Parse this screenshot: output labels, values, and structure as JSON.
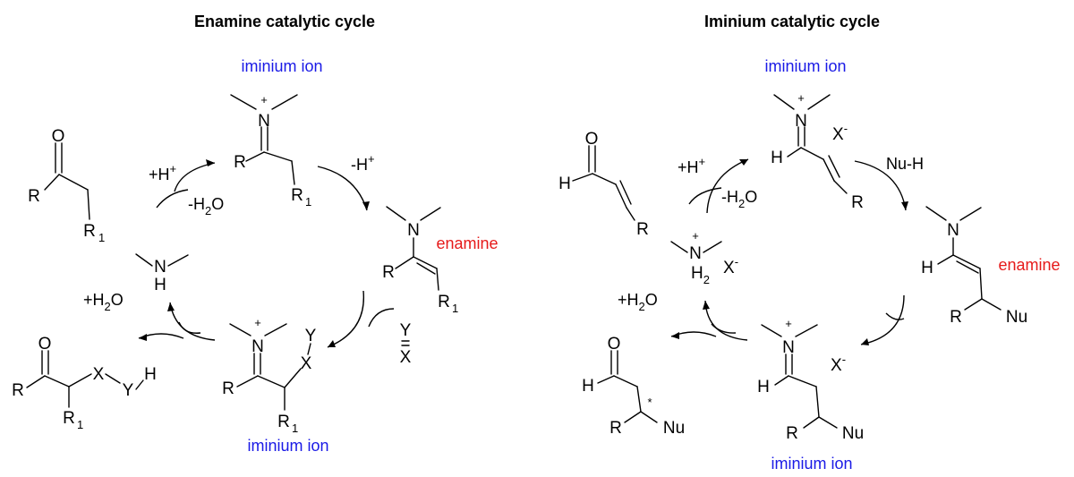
{
  "enamine_cycle": {
    "title": "Enamine catalytic cycle",
    "label_iminium_top": "iminium ion",
    "label_enamine": "enamine",
    "label_iminium_bottom": "iminium ion",
    "reagent_add_proton": "+H",
    "reagent_lose_water": "-H",
    "reagent_lose_proton": "-H",
    "reagent_add_water": "+H",
    "water_o": "O",
    "plus": "+",
    "two": "2",
    "electrophile_top": "Y",
    "electrophile_bottom": "X"
  },
  "iminium_cycle": {
    "title": "Iminium catalytic cycle",
    "label_iminium_top": "iminium ion",
    "label_enamine": "enamine",
    "label_iminium_bottom": "iminium ion",
    "reagent_add_proton": "+H",
    "reagent_lose_water": "-H",
    "reagent_nucleophile": "Nu-H",
    "reagent_add_water": "+H",
    "water_o": "O",
    "plus": "+",
    "two": "2",
    "counterion": "X",
    "minus": "-"
  },
  "atoms": {
    "O": "O",
    "R": "R",
    "N": "N",
    "H": "H",
    "X": "X",
    "Y": "Y",
    "Nu": "Nu",
    "one": "1",
    "two": "2",
    "plus": "+",
    "star": "*"
  },
  "colors": {
    "label_blue": "#1a1ae6",
    "label_red": "#e61a1a",
    "ink": "#000000"
  }
}
